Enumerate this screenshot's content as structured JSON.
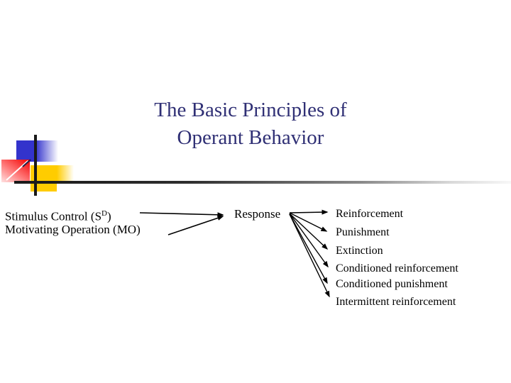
{
  "slide": {
    "title_line1": "The Basic Principles of",
    "title_line2": "Operant Behavior"
  },
  "diagram": {
    "antecedents": {
      "stimulus_prefix": "Stimulus Control (S",
      "stimulus_superscript": "D",
      "stimulus_suffix": ")",
      "motivating_operation": "Motivating Operation (MO)"
    },
    "response_label": "Response",
    "outcomes": [
      "Reinforcement",
      "Punishment",
      "Extinction",
      "Conditioned reinforcement",
      "Conditioned punishment",
      "Intermittent reinforcement"
    ]
  },
  "colors": {
    "title_text": "#303075",
    "body_text": "#000000",
    "accent_blue": "#3333CC",
    "accent_red": "#F20000",
    "accent_yellow": "#FFCC00",
    "line_color": "#1A1A1A"
  }
}
